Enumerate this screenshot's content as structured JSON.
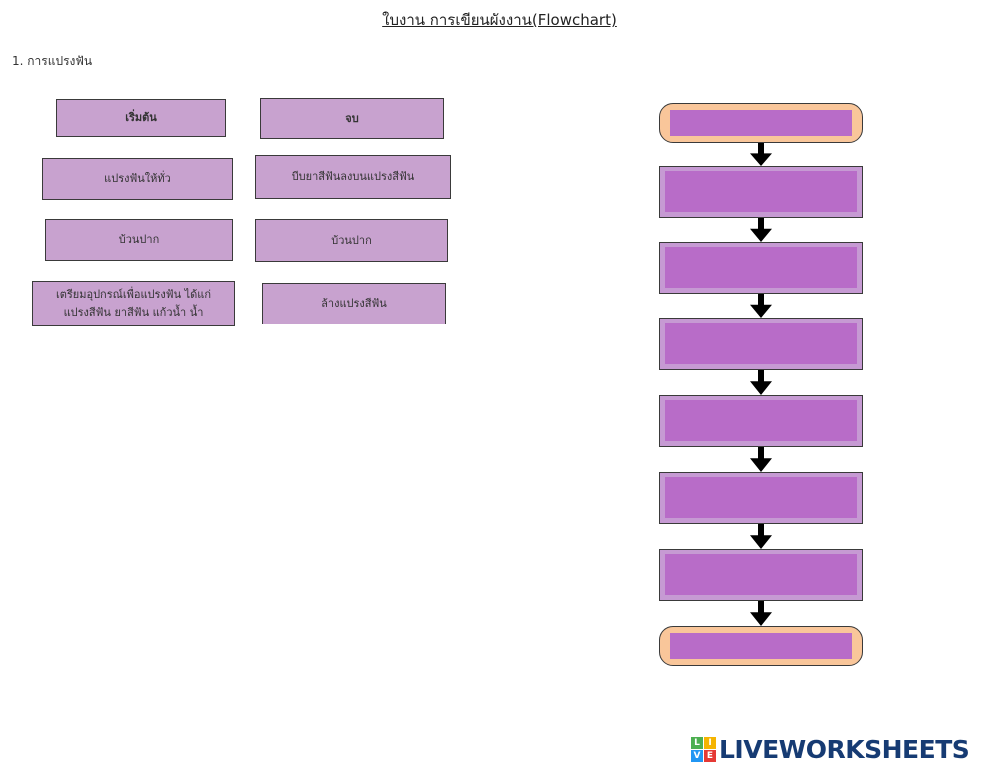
{
  "header": {
    "title": "ใบงาน การเขียนผังงาน(Flowchart)"
  },
  "section": {
    "label": "1. การแปรงฟัน"
  },
  "cards": [
    {
      "label": "เริ่มต้น",
      "bold": true
    },
    {
      "label": "จบ",
      "bold": true
    },
    {
      "label": "แปรงฟันให้ทั่ว",
      "bold": false
    },
    {
      "label": "บีบยาสีฟันลงบนแปรงสีฟัน",
      "bold": false
    },
    {
      "label": "บ้วนปาก",
      "bold": false
    },
    {
      "label": "บ้วนปาก",
      "bold": false
    },
    {
      "label": "เตรียมอุปกรณ์เพื่อแปรงฟัน ได้แก่\nแปรงสีฟัน ยาสีฟัน แก้วน้ำ น้ำ",
      "line1": "เตรียมอุปกรณ์เพื่อแปรงฟัน ได้แก่",
      "line2": "แปรงสีฟัน ยาสีฟัน แก้วน้ำ น้ำ",
      "bold": false
    },
    {
      "label": "ล้างแปรงสีฟัน",
      "bold": false
    }
  ],
  "flowchart": {
    "slots": [
      {
        "type": "terminator",
        "value": ""
      },
      {
        "type": "process",
        "value": ""
      },
      {
        "type": "process",
        "value": ""
      },
      {
        "type": "process",
        "value": ""
      },
      {
        "type": "process",
        "value": ""
      },
      {
        "type": "process",
        "value": ""
      },
      {
        "type": "process",
        "value": ""
      },
      {
        "type": "terminator",
        "value": ""
      }
    ],
    "colors": {
      "terminator_fill": "#f9c69a",
      "process_fill": "#c69ad3",
      "drop_zone": "#b86cc8",
      "card_fill": "#c8a2cf",
      "arrow": "#000000"
    }
  },
  "brand": {
    "logo_letters": [
      "L",
      "I",
      "V",
      "E"
    ],
    "logo_colors": [
      "#4caf50",
      "#f5b400",
      "#2196f3",
      "#e53935"
    ],
    "wordmark": "LIVEWORKSHEETS"
  }
}
